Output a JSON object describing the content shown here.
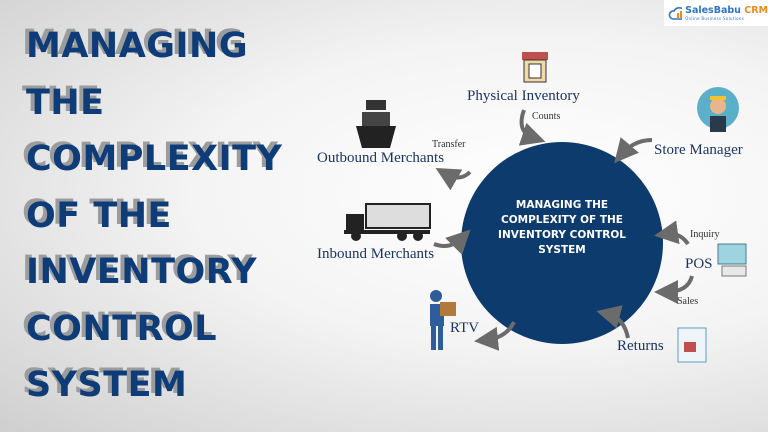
{
  "title_lines": [
    "MANAGING",
    "THE",
    "COMPLEXITY",
    "OF THE",
    "INVENTORY",
    "CONTROL",
    "SYSTEM"
  ],
  "logo": {
    "name_a": "SalesBabu",
    "name_b": " CRM",
    "tagline": "Online Business Solutions"
  },
  "center": "MANAGING THE COMPLEXITY OF THE INVENTORY CONTROL SYSTEM",
  "nodes": {
    "physical": "Physical Inventory",
    "counts": "Counts",
    "store_manager": "Store Manager",
    "transfer": "Transfer",
    "outbound": "Outbound Merchants",
    "inbound": "Inbound Merchants",
    "inquiry": "Inquiry",
    "pos": "POS",
    "sales": "Sales",
    "rtv": "RTV",
    "returns": "Returns"
  },
  "colors": {
    "title": "#0e3c78",
    "circle": "#0e3b6e",
    "arrow": "#6b6b6b"
  }
}
